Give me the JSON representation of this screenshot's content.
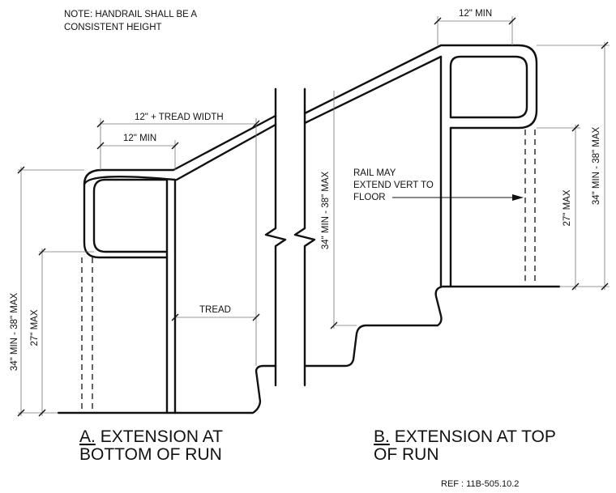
{
  "note": {
    "line1": "NOTE: HANDRAIL SHALL BE A",
    "line2": "CONSISTENT HEIGHT"
  },
  "detail_a": {
    "letter": "A.",
    "title_line1": "EXTENSION AT",
    "title_line2": "BOTTOM OF RUN",
    "dim_top_total": "12\" + TREAD WIDTH",
    "dim_top_min": "12\" MIN",
    "dim_tread": "TREAD",
    "dim_height": "34\" MIN - 38\" MAX",
    "dim_max27": "27\" MAX"
  },
  "detail_b": {
    "letter": "B.",
    "title_line1": "EXTENSION AT TOP",
    "title_line2": "OF RUN",
    "dim_top_min": "12\" MIN",
    "dim_height_left": "34\" MIN - 38\" MAX",
    "dim_height_right": "34\" MIN - 38\" MAX",
    "dim_max27": "27\" MAX",
    "note_line1": "RAIL MAY",
    "note_line2": "EXTEND VERT TO",
    "note_line3": "FLOOR"
  },
  "reference": "REF : 11B-505.10.2"
}
